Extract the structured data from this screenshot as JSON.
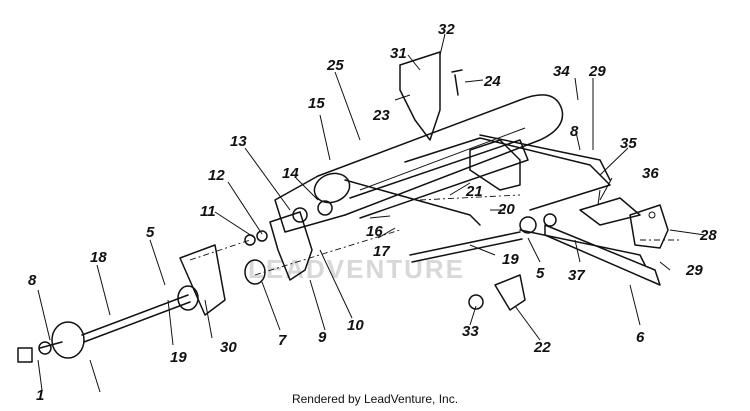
{
  "diagram": {
    "part_numbers": [
      "1",
      "5",
      "5",
      "6",
      "7",
      "8",
      "8",
      "9",
      "10",
      "11",
      "12",
      "13",
      "14",
      "15",
      "16",
      "17",
      "18",
      "19",
      "19",
      "20",
      "21",
      "22",
      "23",
      "24",
      "25",
      "28",
      "29",
      "29",
      "30",
      "31",
      "32",
      "33",
      "34",
      "35",
      "36",
      "37"
    ],
    "watermark": "LEADVENTURE",
    "credit": "Rendered by LeadVenture, Inc.",
    "colors": {
      "ink": "#111111",
      "background": "#ffffff",
      "watermark": "#d8d8d8"
    }
  }
}
